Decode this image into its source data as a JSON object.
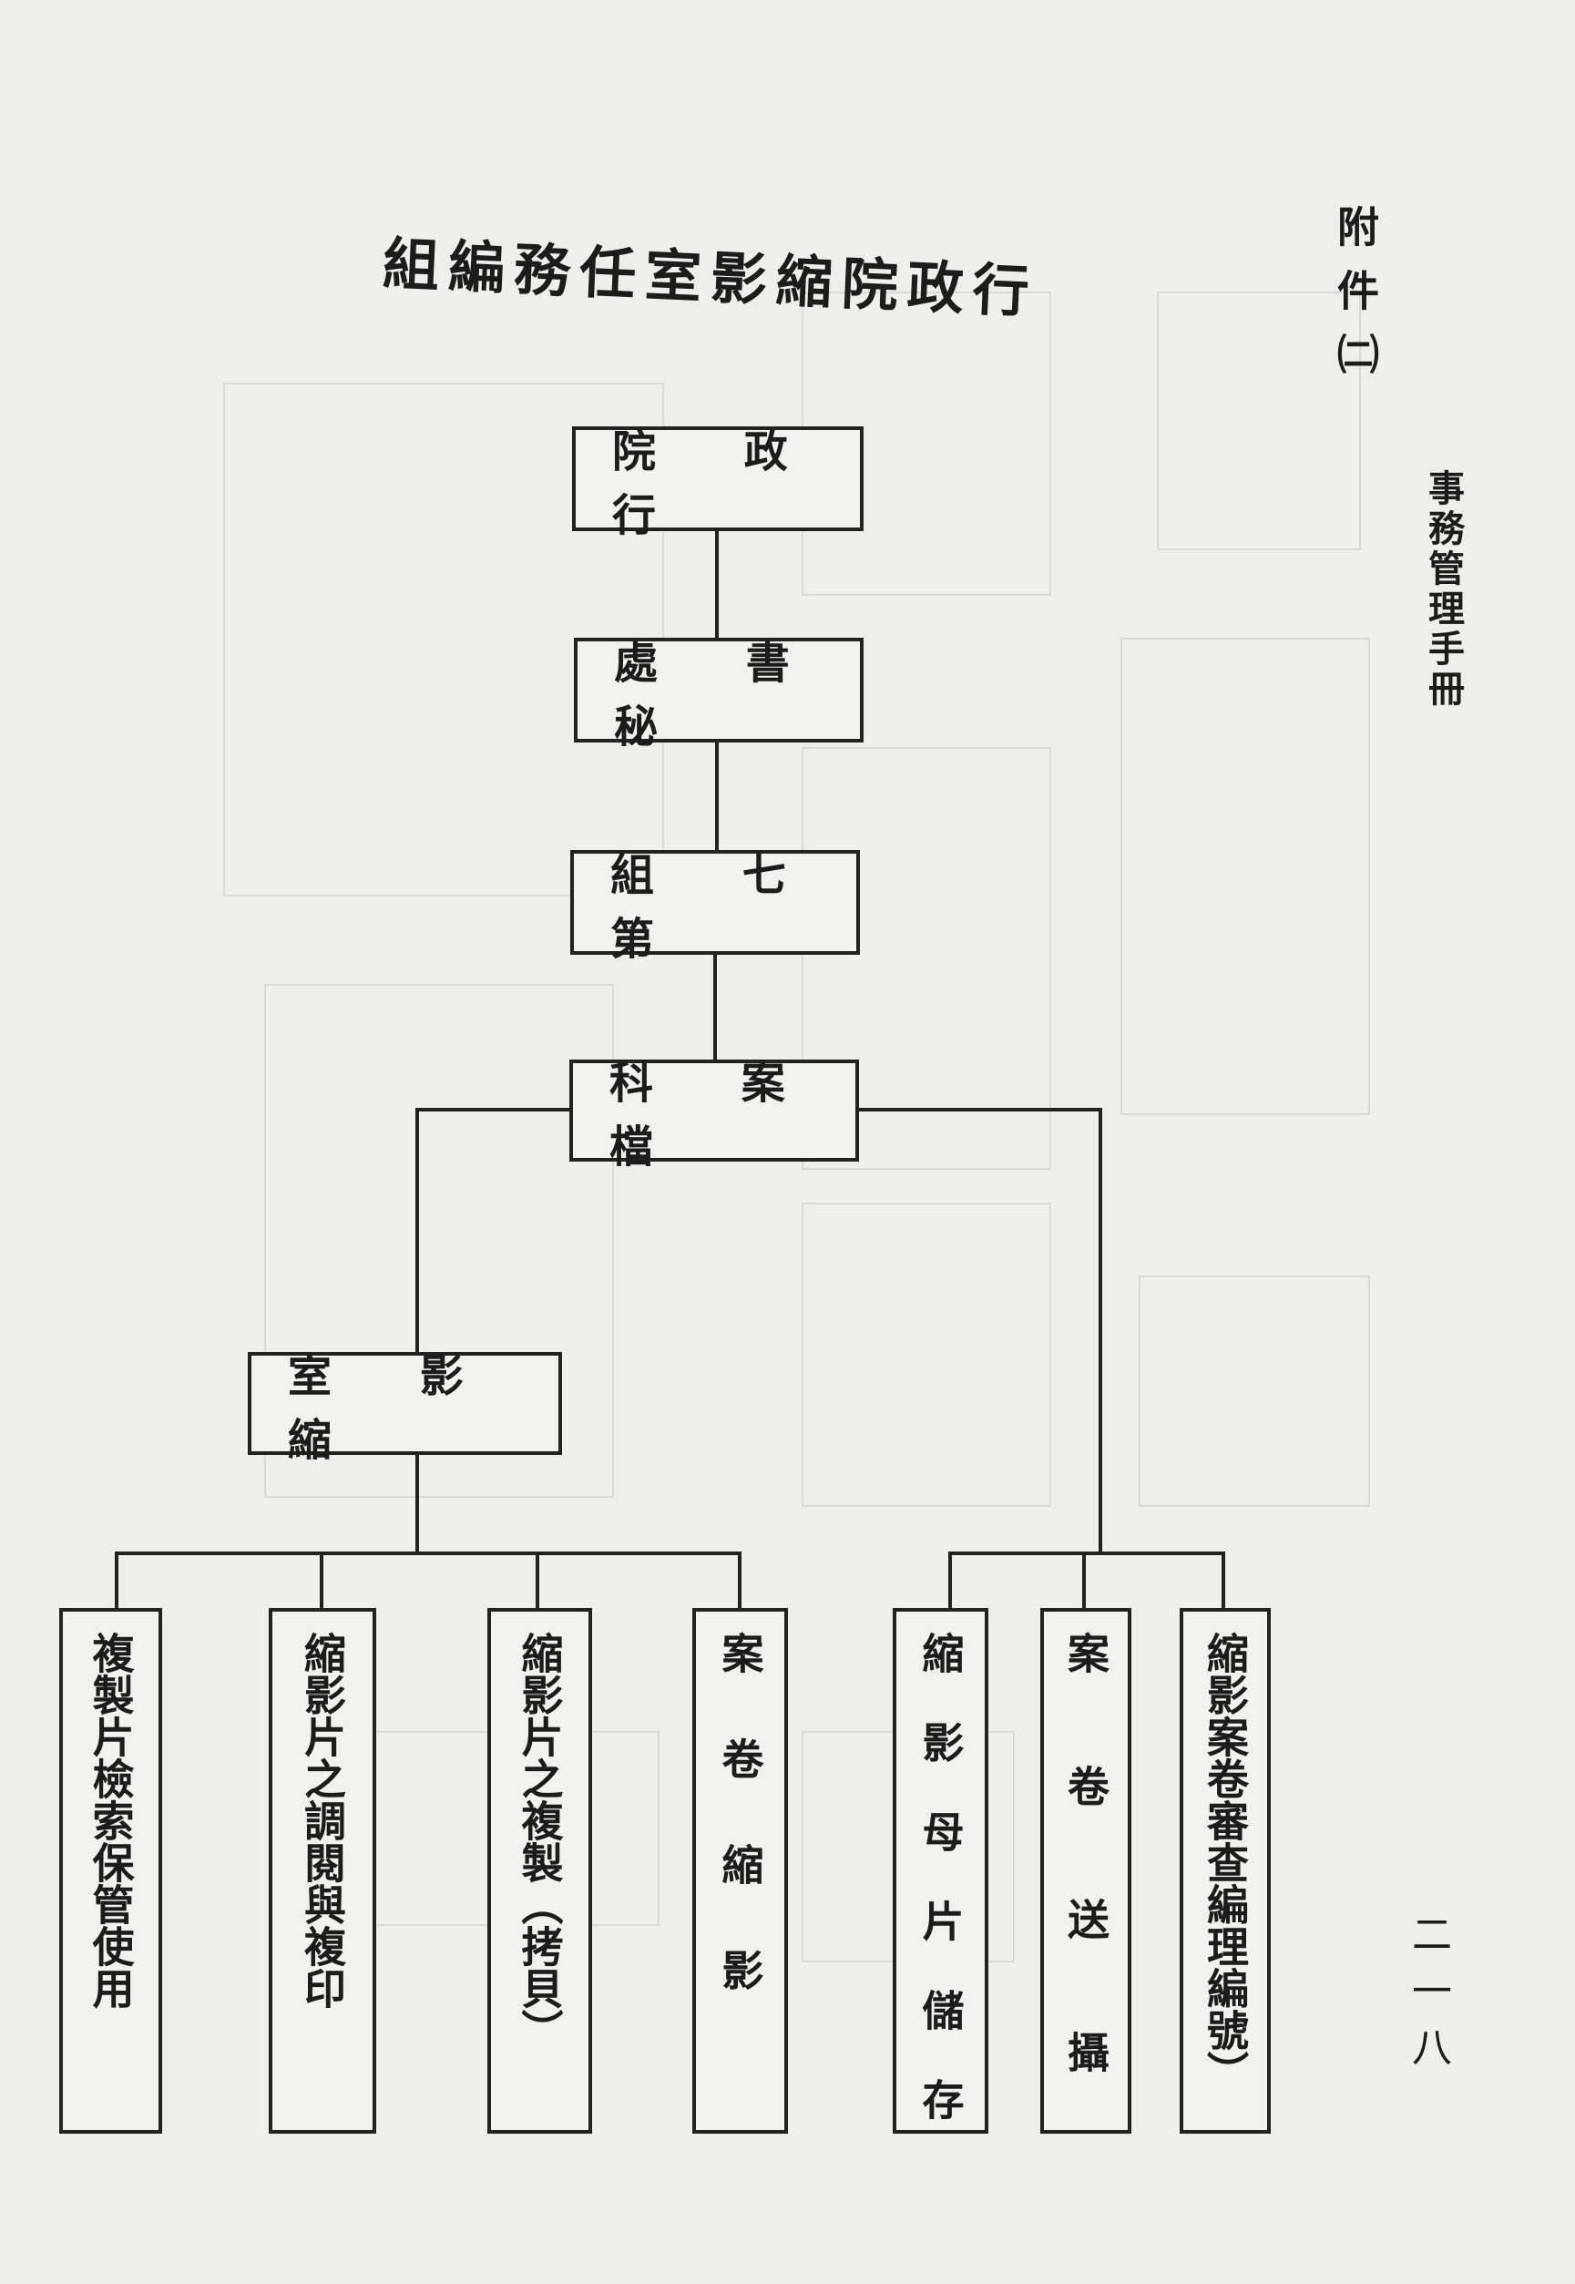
{
  "title": "組編務任室影縮院政行",
  "side_label": "附件㈡",
  "manual_title": "事務管理手冊",
  "page_number": "二一八",
  "nodes": {
    "executive_yuan": "院 政 行",
    "secretariat": "處 書 秘",
    "seventh_group": "組 七 第",
    "archives_section": "科 案 檔",
    "microfilm_room": "室 影 縮"
  },
  "leaves": [
    "複製片檢索保管使用",
    "縮影片之調閱與複印",
    "縮影片之複製︵拷貝︶",
    "案卷縮影",
    "縮影母片儲存",
    "案卷送攝",
    "縮影案卷審查編理編號︶"
  ]
}
